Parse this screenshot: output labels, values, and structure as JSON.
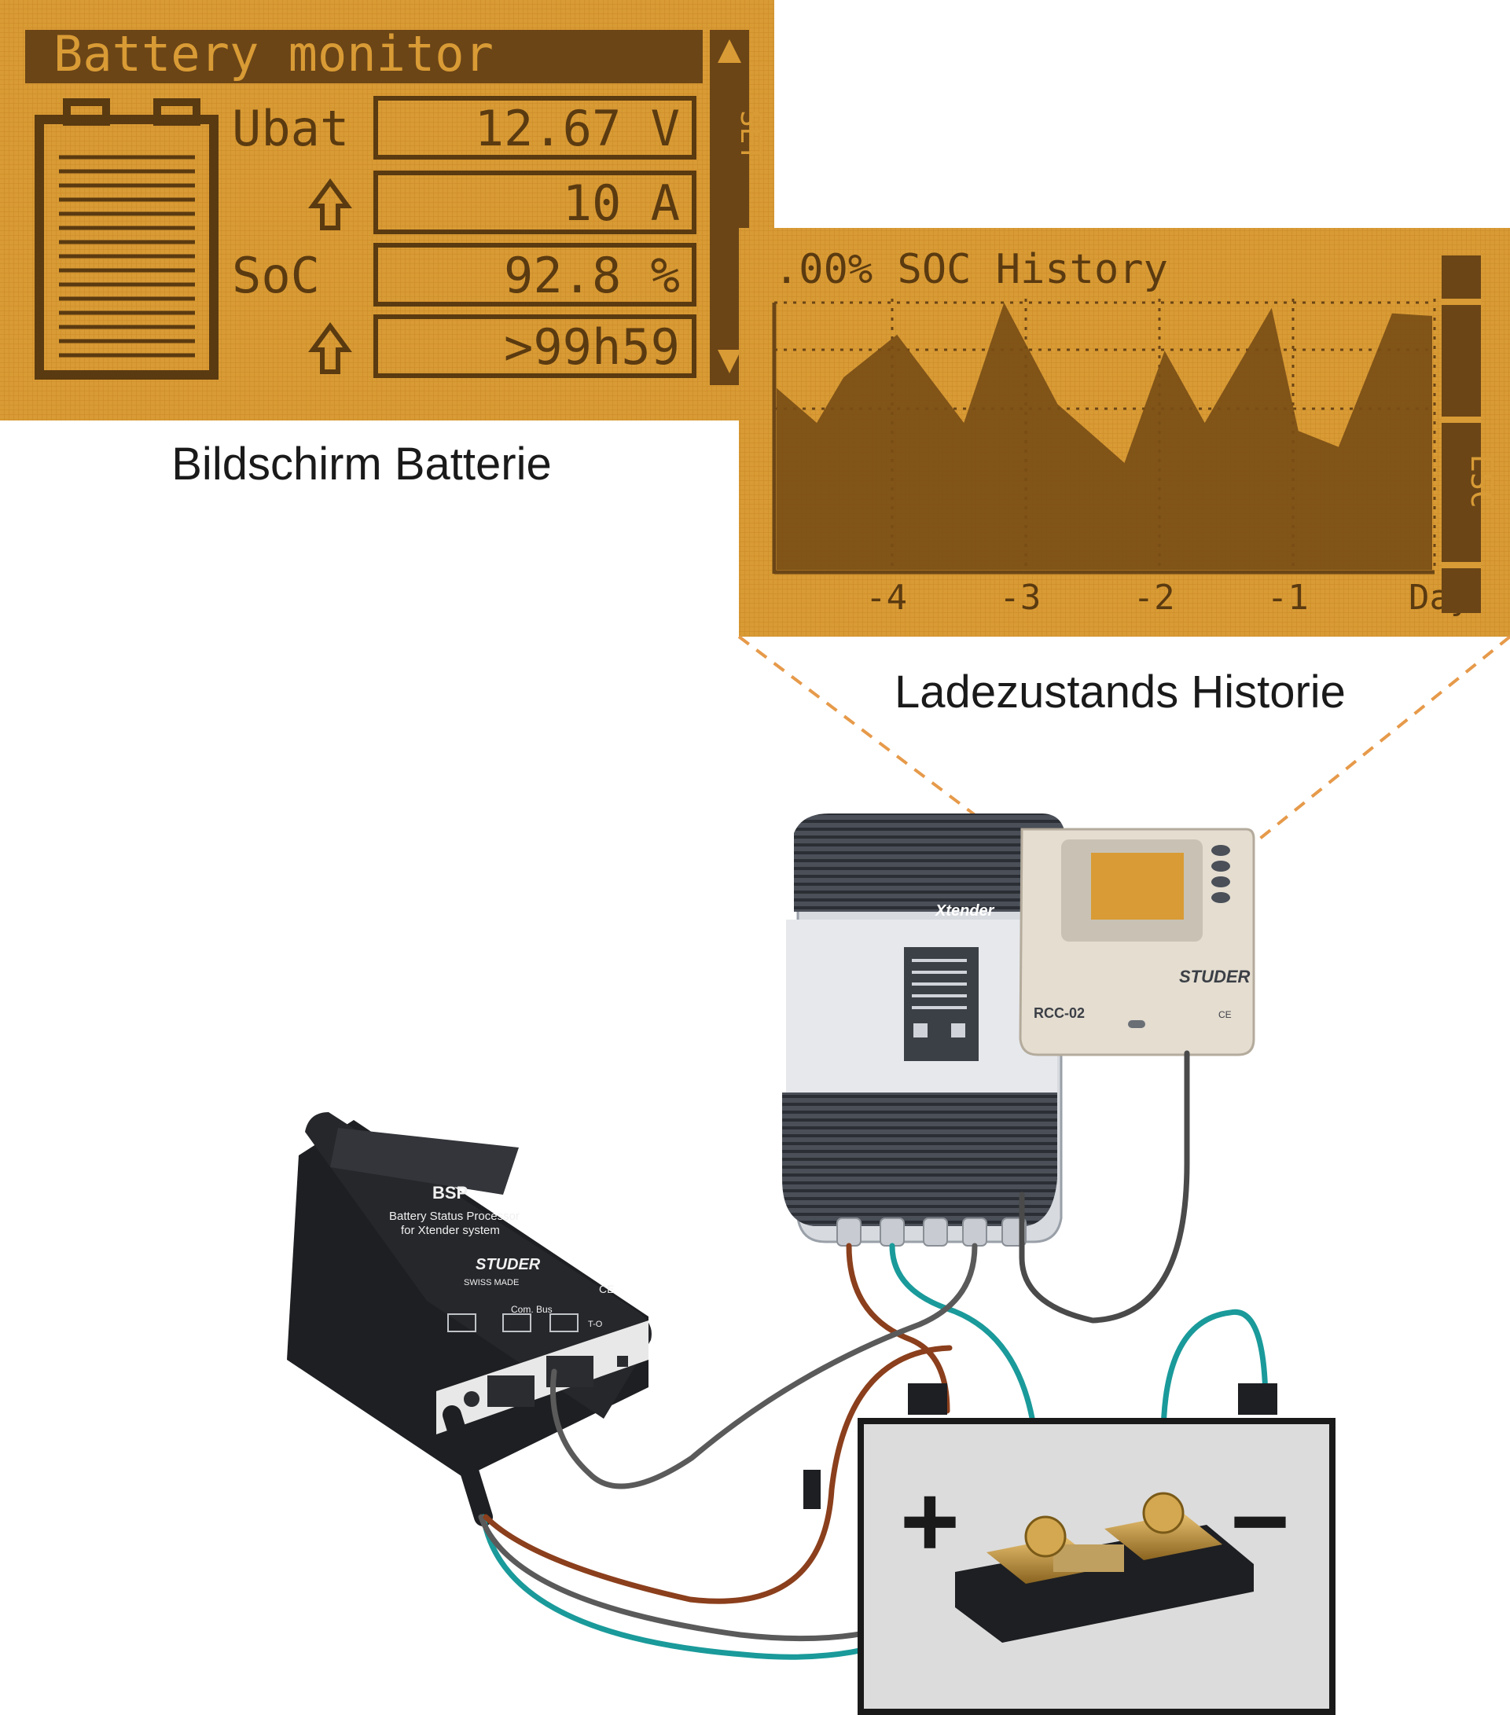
{
  "battery_screen": {
    "title": "Battery monitor",
    "ubat_label": "Ubat",
    "ubat_value": "12.67 V",
    "current_value": "10 A",
    "soc_label": "SoC",
    "soc_value": "92.8 %",
    "time_value": ">99h59",
    "set_label": "SET",
    "caption": "Bildschirm Batterie"
  },
  "history_screen": {
    "title": ".00% SOC History",
    "x_ticks": [
      "-4",
      "-3",
      "-2",
      "-1",
      "Day"
    ],
    "esc_label": "ESC",
    "caption": "Ladezustands Historie"
  },
  "devices": {
    "inverter_name": "Xtender",
    "remote_name": "RCC-02",
    "remote_brand": "STUDER",
    "remote_ce": "CE",
    "bsp_name": "BSP",
    "bsp_line1": "Battery Status Processor",
    "bsp_line2": "for Xtender system",
    "bsp_brand": "STUDER",
    "bsp_swiss": "SWISS MADE",
    "bsp_ce": "CE",
    "bsp_combus": "Com. Bus",
    "bsp_to": "T-O"
  },
  "battery": {
    "plus": "+",
    "minus": "−"
  },
  "colors": {
    "lcd_bg": "#d99b35",
    "lcd_ink": "#5a3a10",
    "wire_brown": "#8b3f1c",
    "wire_teal": "#1a9a9a",
    "wire_gray": "#5a5a5a"
  },
  "chart_data": {
    "type": "area",
    "title": ".00% SOC History",
    "x_ticks": [
      "-4",
      "-3",
      "-2",
      "-1",
      "Day"
    ],
    "x": [
      -4.9,
      -4.6,
      -4.4,
      -4.0,
      -3.5,
      -3.2,
      -2.8,
      -2.3,
      -2.0,
      -1.7,
      -1.2,
      -1.0,
      -0.7,
      -0.3,
      0.0
    ],
    "values": [
      68,
      55,
      72,
      88,
      55,
      100,
      62,
      40,
      82,
      55,
      98,
      52,
      46,
      96,
      95
    ]
  }
}
